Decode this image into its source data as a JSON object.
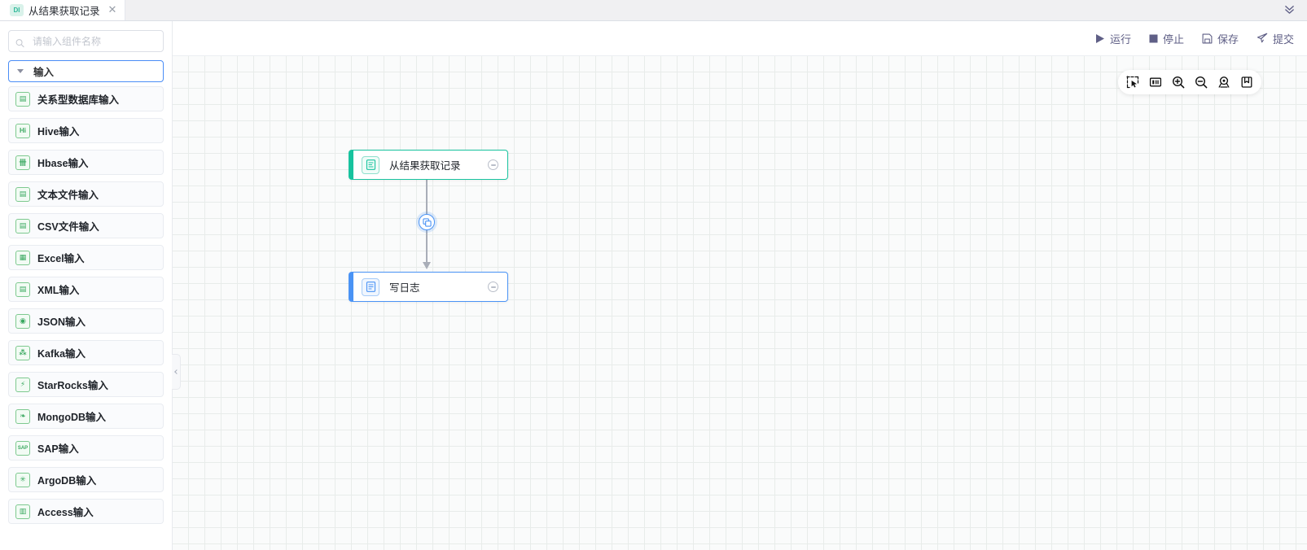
{
  "tabbar": {
    "tabs": [
      {
        "badge": "DI",
        "title": "从结果获取记录",
        "close": "✕"
      }
    ],
    "collapse_icon": "chevron-double-down",
    "collapse_glyph": "⌄⌄"
  },
  "left_panel": {
    "search": {
      "placeholder": "请输入组件名称",
      "value": "",
      "icon": "search-icon"
    },
    "category": {
      "label": "输入",
      "expanded": true,
      "caret_icon": "caret-down-icon",
      "border_color": "#4a8df6"
    },
    "components": [
      {
        "label": "关系型数据库输入",
        "icon": "database-icon",
        "glyph": "▤"
      },
      {
        "label": "Hive输入",
        "icon": "hive-icon",
        "glyph": "Hi"
      },
      {
        "label": "Hbase输入",
        "icon": "hbase-icon",
        "glyph": "卌"
      },
      {
        "label": "文本文件输入",
        "icon": "text-file-icon",
        "glyph": "▤"
      },
      {
        "label": "CSV文件输入",
        "icon": "csv-file-icon",
        "glyph": "▤"
      },
      {
        "label": "Excel输入",
        "icon": "excel-icon",
        "glyph": "▦"
      },
      {
        "label": "XML输入",
        "icon": "xml-file-icon",
        "glyph": "▤"
      },
      {
        "label": "JSON输入",
        "icon": "json-icon",
        "glyph": "◉"
      },
      {
        "label": "Kafka输入",
        "icon": "kafka-icon",
        "glyph": "⁂"
      },
      {
        "label": "StarRocks输入",
        "icon": "starrocks-icon",
        "glyph": "⚡"
      },
      {
        "label": "MongoDB输入",
        "icon": "mongodb-icon",
        "glyph": "❧"
      },
      {
        "label": "SAP输入",
        "icon": "sap-icon",
        "glyph": "SAP"
      },
      {
        "label": "ArgoDB输入",
        "icon": "argodb-icon",
        "glyph": "✳"
      },
      {
        "label": "Access输入",
        "icon": "access-icon",
        "glyph": "▥"
      }
    ],
    "collapse_handle": {
      "icon": "chevron-left-icon"
    }
  },
  "toolbar": {
    "buttons": [
      {
        "label": "运行",
        "icon": "play-icon",
        "name": "run-button"
      },
      {
        "label": "停止",
        "icon": "stop-square-icon",
        "name": "stop-button"
      },
      {
        "label": "保存",
        "icon": "floppy-disk-icon",
        "name": "save-button"
      },
      {
        "label": "提交",
        "icon": "paper-plane-icon",
        "name": "submit-button"
      }
    ],
    "color": "#5f5f86"
  },
  "canvas": {
    "grid": {
      "size": 20,
      "line_color": "#e8ecea",
      "background": "#fafbfb"
    },
    "tools": [
      {
        "name": "select-marquee-tool",
        "icon": "marquee-select-icon",
        "active": true
      },
      {
        "name": "fit-view-tool",
        "icon": "fit-view-icon"
      },
      {
        "name": "zoom-in-tool",
        "icon": "zoom-in-icon"
      },
      {
        "name": "zoom-out-tool",
        "icon": "zoom-out-icon"
      },
      {
        "name": "locate-tool",
        "icon": "map-pin-search-icon"
      },
      {
        "name": "bookmark-tool",
        "icon": "bookmark-icon"
      }
    ],
    "nodes": [
      {
        "id": "node-start",
        "title": "从结果获取记录",
        "icon": "get-records-from-result-icon",
        "accent_color": "#17c39e",
        "port_icon": "collapse-port-icon"
      },
      {
        "id": "node-log",
        "title": "写日志",
        "icon": "write-log-icon",
        "accent_color": "#4a93f5",
        "port_icon": "collapse-port-icon"
      }
    ],
    "edge": {
      "from": "node-start",
      "to": "node-log",
      "badge_icon": "copy-rows-icon",
      "badge_color": "#4a93f5",
      "line_color": "#a9aeb8"
    }
  }
}
